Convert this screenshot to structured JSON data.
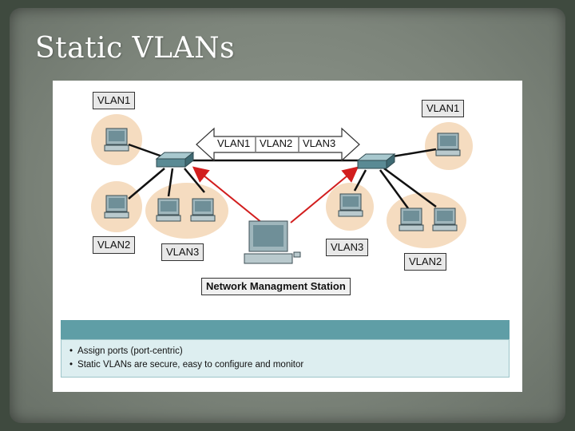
{
  "slide": {
    "title": "Static VLANs"
  },
  "diagram": {
    "trunk_labels": [
      "VLAN1",
      "VLAN2",
      "VLAN3"
    ],
    "labels": {
      "left_vlan1": "VLAN1",
      "right_vlan1": "VLAN1",
      "left_vlan2": "VLAN2",
      "left_vlan3": "VLAN3",
      "right_vlan3": "VLAN3",
      "right_vlan2": "VLAN2",
      "nms": "Network Managment Station"
    },
    "colors": {
      "vlan_circle": "#f5dcc0",
      "mgmt_arrow": "#d21e1e",
      "switch": "#5a8a94",
      "panel_tab": "#5f9ea6"
    }
  },
  "notes": {
    "items": [
      "Assign ports (port-centric)",
      "Static VLANs are secure, easy to configure and monitor"
    ]
  }
}
